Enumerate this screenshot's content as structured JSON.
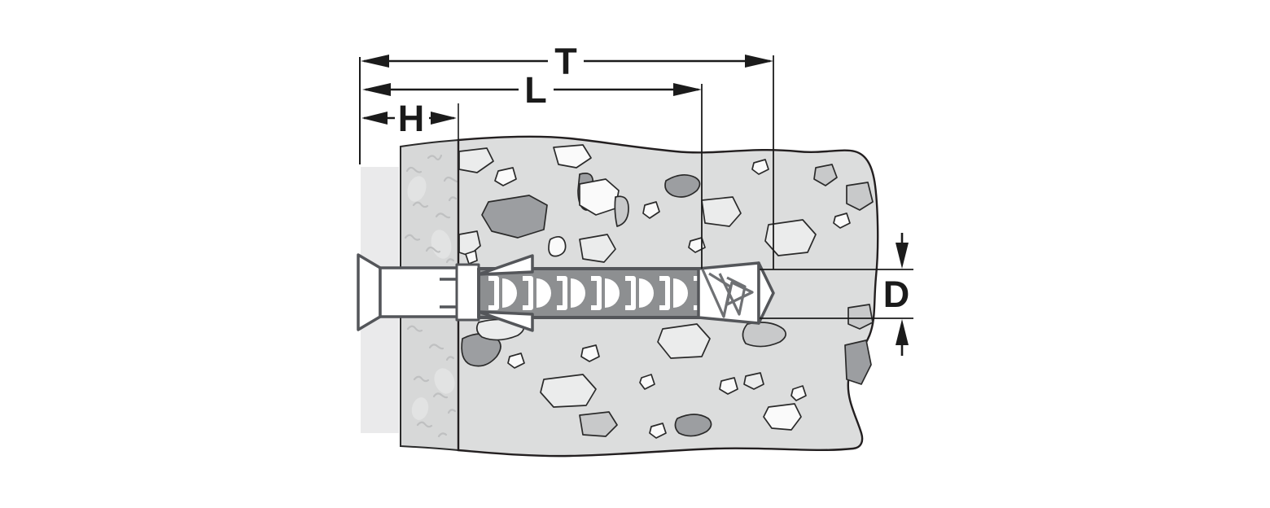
{
  "diagram": {
    "type": "technical-drawing",
    "subject": "nail dowel anchor installed through plaster layer into concrete, cross-section",
    "dimension_labels": {
      "T": "T",
      "L": "L",
      "H": "H",
      "D": "D"
    },
    "colors": {
      "background": "#ffffff",
      "dimension_line": "#1b1b1b",
      "anchor_outline": "#54565a",
      "anchor_fill": "#ffffff",
      "sleeve_fill": "#8d8f91",
      "thread_fill": "#ffffff",
      "concrete_fill": "#dcdddd",
      "plaster_fill": "#d7d8d8",
      "plaster_speckle": "#bfc0c1",
      "panel_fill": "#eaeaeb",
      "stone_white": "#fafafa",
      "stone_light": "#ebecec",
      "stone_mid": "#c8c9ca",
      "stone_dark": "#9c9ea1",
      "stone_outline": "#2a2a2a"
    }
  }
}
